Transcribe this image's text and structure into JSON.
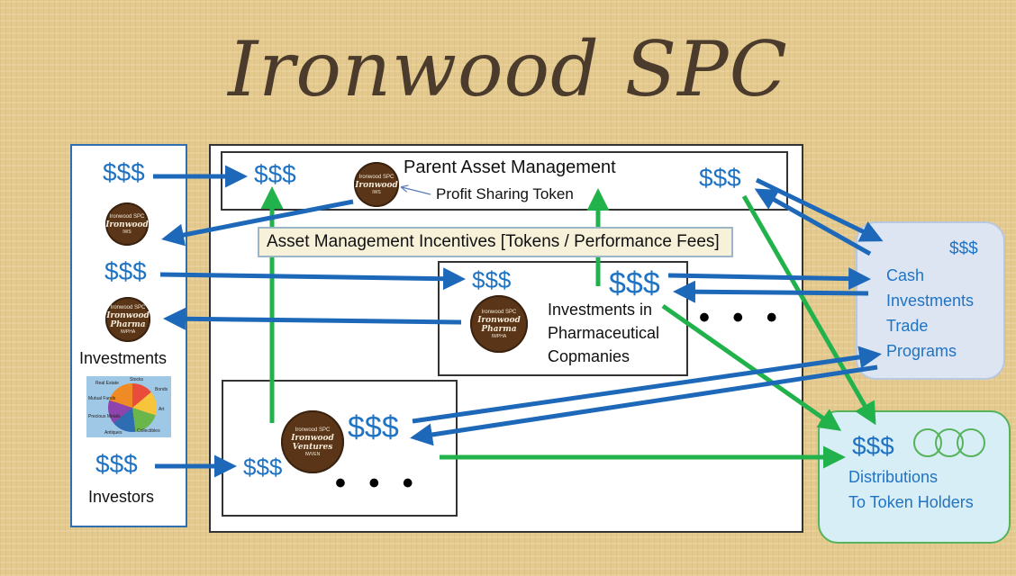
{
  "title": "Ironwood SPC",
  "left_panel": {
    "dollars_1": "$$$",
    "dollars_2": "$$$",
    "dollars_3": "$$$",
    "investments_label": "Investments",
    "investors_label": "Investors",
    "pie_labels": [
      "Real Estate",
      "Stocks",
      "Bonds",
      "Mutual Funds",
      "Art",
      "Precious Metals",
      "Antiques",
      "Collectibles"
    ]
  },
  "parent_box": {
    "left_dollars": "$$$",
    "title": "Parent Asset Management",
    "token_label": "Profit Sharing Token",
    "right_dollars": "$$$"
  },
  "incentives_label": "Asset Management Incentives [Tokens / Performance Fees]",
  "pharma_box": {
    "left_dollars": "$$$",
    "right_dollars": "$$$",
    "line1": "Investments in",
    "line2": "Pharmaceutical",
    "line3": "Copmanies"
  },
  "ventures_box": {
    "left_dollars": "$$$",
    "right_dollars": "$$$"
  },
  "ellipsis": "• • •",
  "cash_box": {
    "dollars": "$$$",
    "line1": "Cash",
    "line2": "Investments",
    "line3": "Trade",
    "line4": "Programs"
  },
  "distributions_box": {
    "dollars": "$$$",
    "line1": "Distributions",
    "line2": "To Token Holders"
  },
  "coins": {
    "parent": {
      "top": "Ironwood SPC",
      "name": "Ironwood",
      "ticker": "IWS"
    },
    "left": {
      "top": "Ironwood SPC",
      "name": "Ironwood",
      "ticker": "IWS"
    },
    "pharma_left": {
      "top": "Ironwood SPC",
      "name": "Ironwood Pharma",
      "ticker": "IWPHA"
    },
    "pharma": {
      "top": "Ironwood SPC",
      "name": "Ironwood Pharma",
      "ticker": "IWPHA"
    },
    "ventures": {
      "top": "Ironwood SPC",
      "name": "Ironwood Ventures",
      "ticker": "IWVEN"
    }
  },
  "colors": {
    "blue_arrow": "#1d68b8",
    "green_arrow": "#22b24c",
    "dollar_text": "#1f73c4",
    "panel_fill": "#dde5f2",
    "panel_border": "#2f6fb0",
    "dist_fill": "#d8eef7",
    "dist_border": "#55b35a",
    "incentive_fill": "#f7f1da",
    "coin": "#5a3517"
  }
}
